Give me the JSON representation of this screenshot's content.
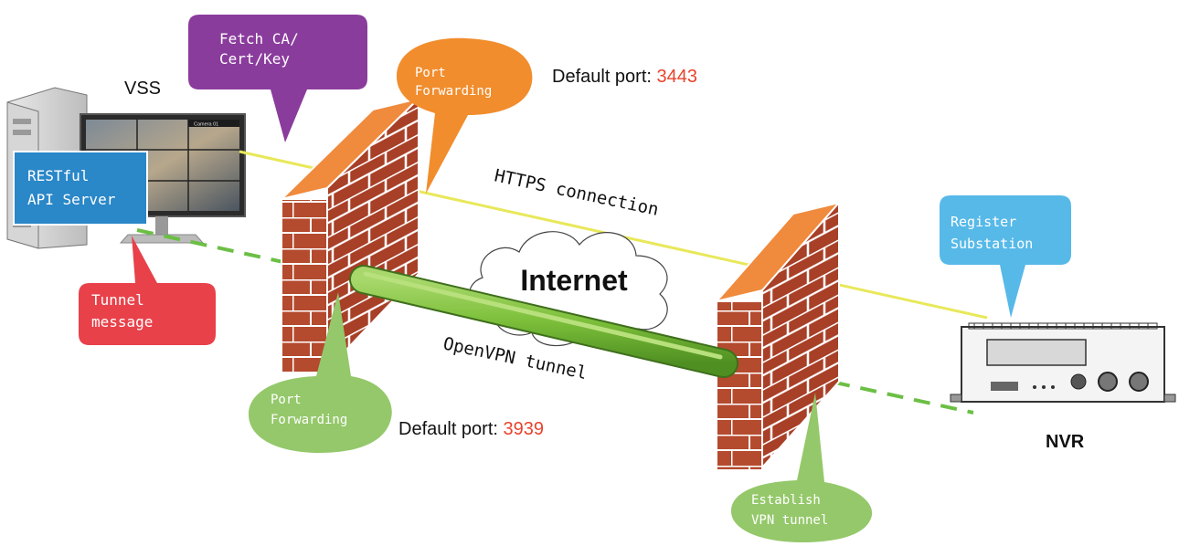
{
  "colors": {
    "https_line": "#e8e85a",
    "tunnel_fill": "#86c442",
    "tunnel_dash": "#6cbf45",
    "brick": "#b44a2e",
    "brick_top": "#f08a3c",
    "mortar": "#ffffff",
    "port_value": "#e8432d",
    "callout_purple": "#8a3c9c",
    "callout_orange": "#f18d2d",
    "callout_red": "#e8414a",
    "callout_green": "#94c86a",
    "callout_blue": "#57b9e8",
    "api_box": "#2a87c8"
  },
  "vss": {
    "label": "VSS",
    "api_label_line1": "RESTful",
    "api_label_line2": "API Server",
    "monitor_caption": "Camera 01",
    "icon": "server-monitor-icon"
  },
  "nvr": {
    "label": "NVR",
    "icon": "nvr-device-icon"
  },
  "callouts": {
    "fetch_line1": "Fetch CA/",
    "fetch_line2": "Cert/Key",
    "port_fwd_top_line1": "Port",
    "port_fwd_top_line2": "Forwarding",
    "tunnel_msg_line1": "Tunnel",
    "tunnel_msg_line2": "message",
    "port_fwd_bottom_line1": "Port",
    "port_fwd_bottom_line2": "Forwarding",
    "register_line1": "Register",
    "register_line2": "Substation",
    "establish_line1": "Establish",
    "establish_line2": "VPN tunnel"
  },
  "ports": {
    "top_prefix": "Default port: ",
    "top_value": "3443",
    "bottom_prefix": "Default port: ",
    "bottom_value": "3939"
  },
  "connections": {
    "https_label": "HTTPS connection",
    "openvpn_label": "OpenVPN tunnel",
    "internet_label": "Internet"
  }
}
